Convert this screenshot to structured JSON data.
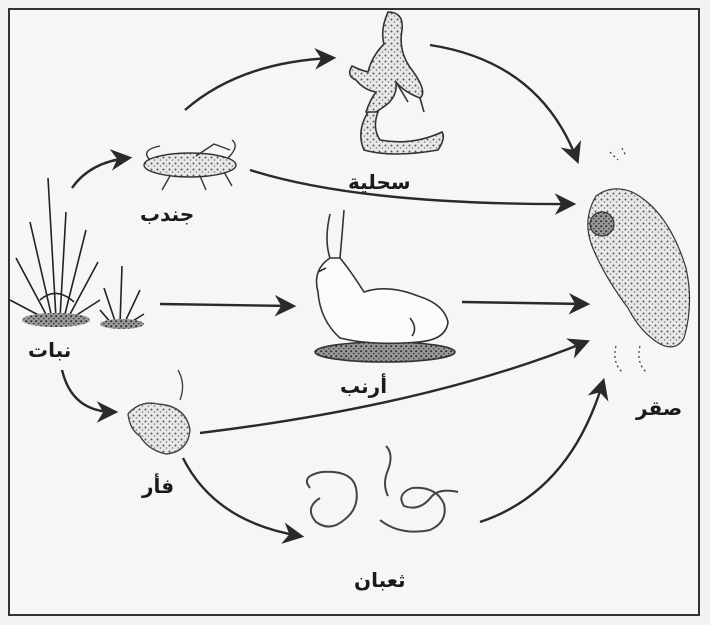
{
  "organisms": {
    "plant": "نبات",
    "grasshopper": "جندب",
    "lizard": "سحلية",
    "rabbit": "أرنب",
    "mouse": "فأر",
    "snake": "ثعبان",
    "falcon": "صقر"
  },
  "links": [
    {
      "from": "plant",
      "to": "grasshopper"
    },
    {
      "from": "plant",
      "to": "rabbit"
    },
    {
      "from": "plant",
      "to": "mouse"
    },
    {
      "from": "grasshopper",
      "to": "lizard"
    },
    {
      "from": "grasshopper",
      "to": "falcon"
    },
    {
      "from": "lizard",
      "to": "falcon"
    },
    {
      "from": "rabbit",
      "to": "falcon"
    },
    {
      "from": "mouse",
      "to": "falcon"
    },
    {
      "from": "mouse",
      "to": "snake"
    },
    {
      "from": "snake",
      "to": "falcon"
    }
  ],
  "colors": {
    "ink": "#2a2a2a",
    "paper": "#f6f6f4"
  }
}
